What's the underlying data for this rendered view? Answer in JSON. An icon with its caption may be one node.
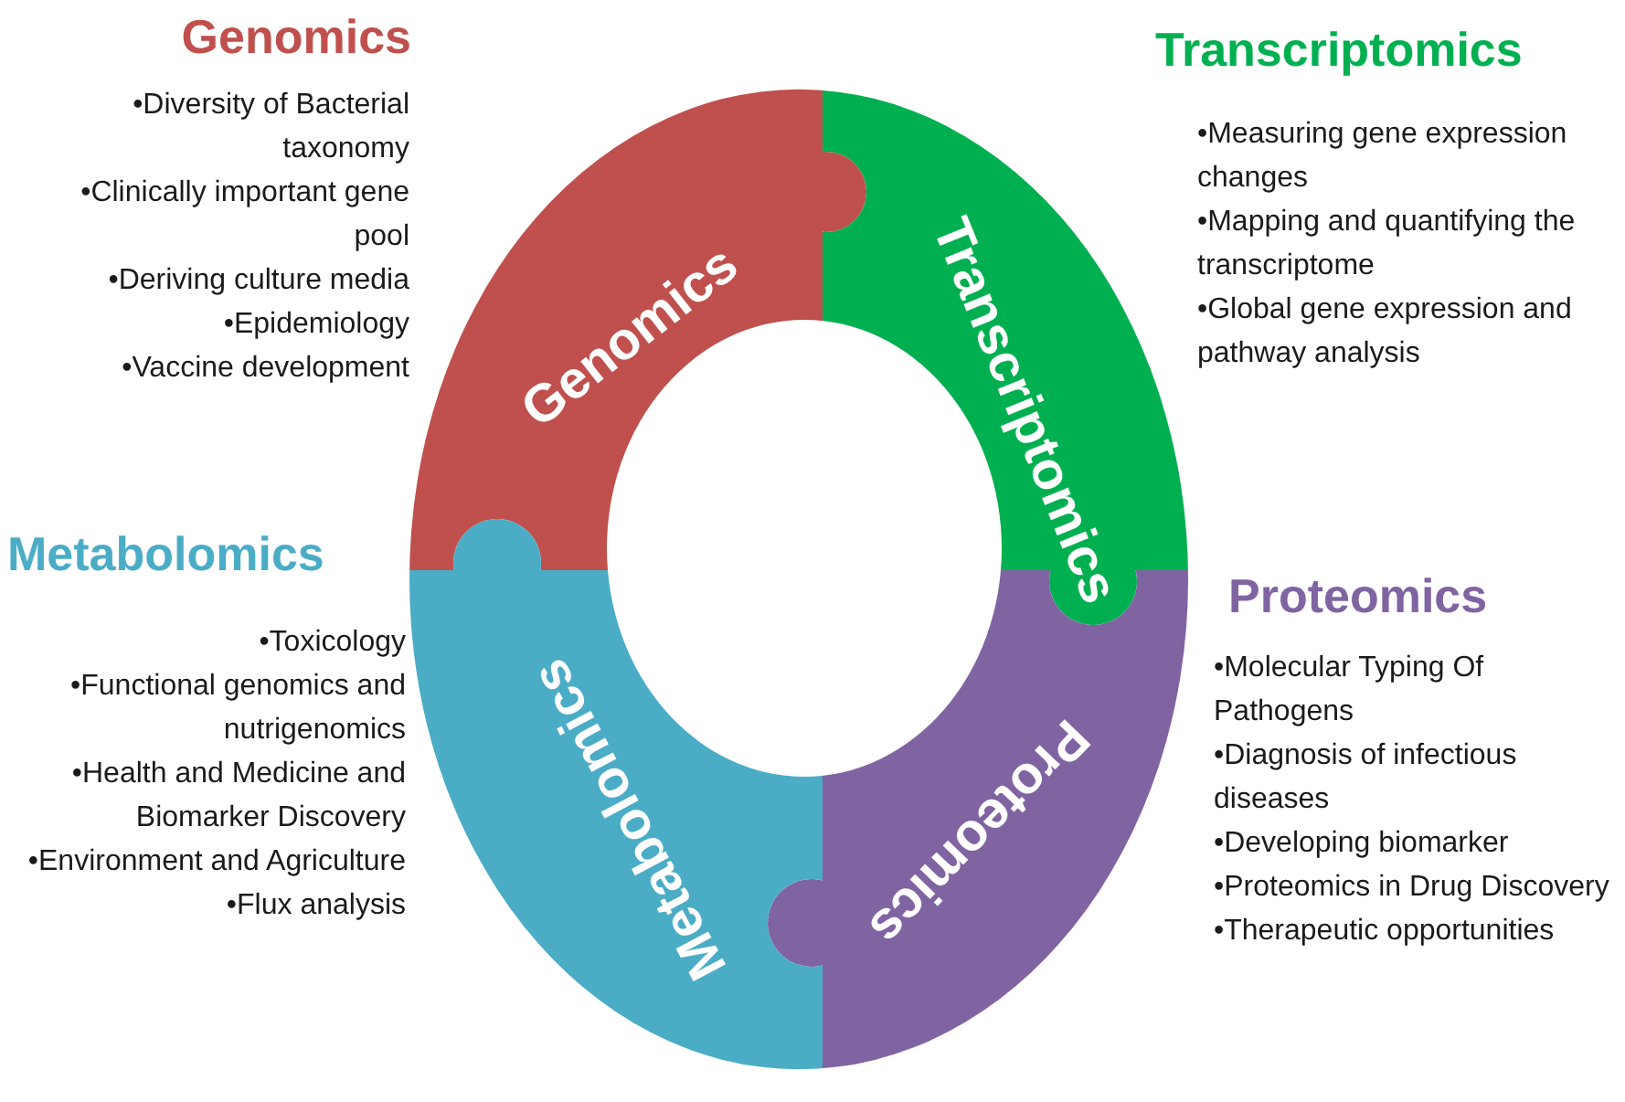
{
  "diagram": {
    "nodes": [
      {
        "text": [
          "Genomics"
        ],
        "beside": [
          "Genomics",
          "•Diversity of Bacterial taxonomy",
          "•Clinically important gene pool",
          "•Deriving culture media",
          "•Epidemiology",
          "•Vaccine development"
        ]
      },
      {
        "text": [
          "Transcriptomics"
        ],
        "beside": [
          "Transcriptomics",
          "•Measuring gene expression changes",
          "•Mapping and quantifying the transcriptome",
          "•Global gene expression and pathway analysis"
        ]
      },
      {
        "text": [
          "Proteomics"
        ],
        "beside": [
          "Proteomics",
          "•Molecular Typing Of Pathogens",
          "•Diagnosis of infectious diseases",
          "•Developing biomarker",
          "•Proteomics in Drug Discovery",
          "•Therapeutic opportunities"
        ]
      },
      {
        "text": [
          "Metabolomics"
        ],
        "beside": [
          "Metabolomics",
          "•Toxicology",
          "•Functional genomics and nutrigenomics",
          "•Health and Medicine and Biomarker Discovery",
          "•Environment and Agriculture",
          "•Flux analysis"
        ]
      }
    ],
    "edges": []
  }
}
